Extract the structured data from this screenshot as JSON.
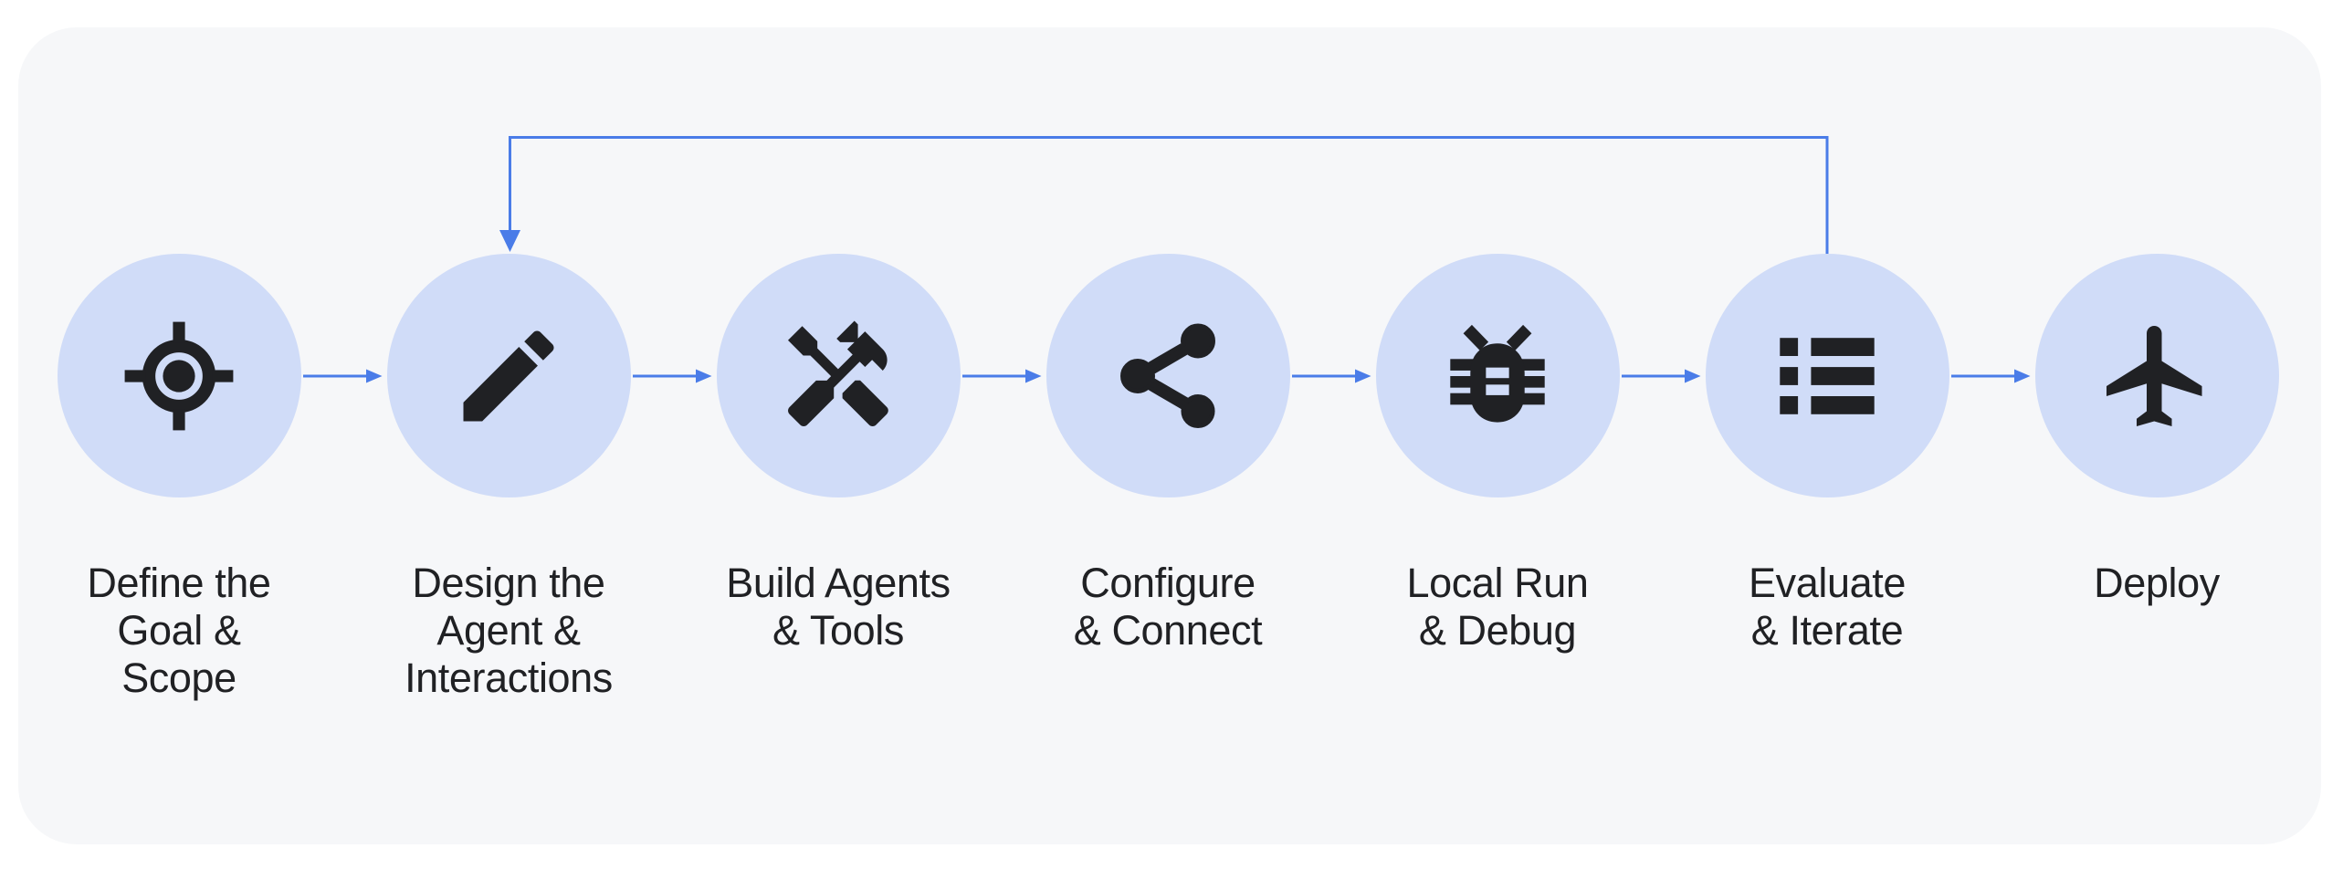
{
  "diagram": {
    "title": "",
    "nodes": [
      {
        "icon": "target-icon",
        "label": "Define the\nGoal &\nScope"
      },
      {
        "icon": "pencil-icon",
        "label": "Design the\nAgent &\nInteractions"
      },
      {
        "icon": "tools-icon",
        "label": "Build Agents\n& Tools"
      },
      {
        "icon": "share-icon",
        "label": "Configure\n& Connect"
      },
      {
        "icon": "bug-icon",
        "label": "Local Run\n& Debug"
      },
      {
        "icon": "list-icon",
        "label": "Evaluate\n& Iterate"
      },
      {
        "icon": "plane-icon",
        "label": "Deploy"
      }
    ],
    "flow": {
      "forward_connections": [
        "Define the Goal & Scope -> Design the Agent & Interactions",
        "Design the Agent & Interactions -> Build Agents & Tools",
        "Build Agents & Tools -> Configure & Connect",
        "Configure & Connect -> Local Run & Debug",
        "Local Run & Debug -> Evaluate & Iterate",
        "Evaluate & Iterate -> Deploy"
      ],
      "feedback_connection": "Evaluate & Iterate -> Design the Agent & Interactions"
    }
  },
  "colors": {
    "page-bg": "#ffffff",
    "panel-bg": "#f6f7f9",
    "circle-fill": "#d0dcf8",
    "icon-color": "#202124",
    "label-color": "#202124",
    "arrow-color": "#4a7ce8"
  }
}
